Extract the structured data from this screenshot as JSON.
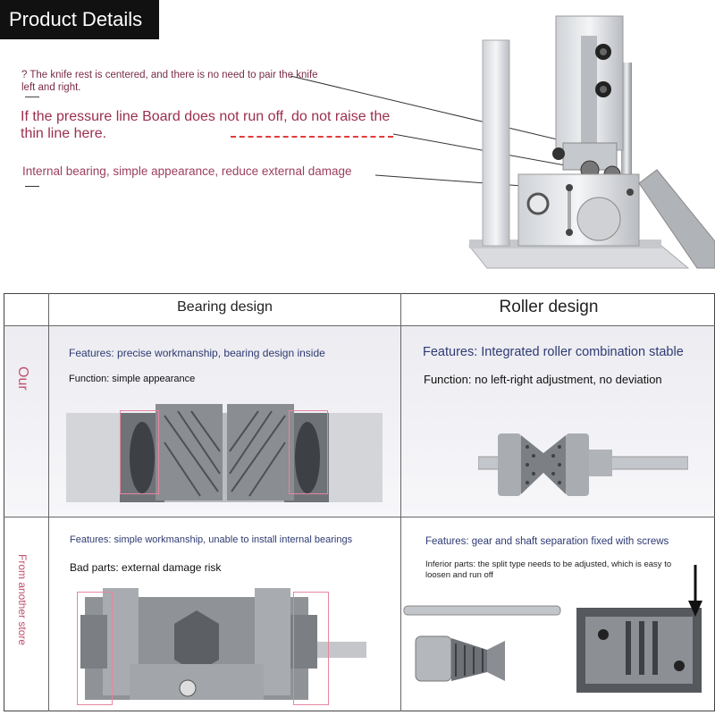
{
  "header": {
    "title": "Product Details"
  },
  "annotations": {
    "note1": "? The knife rest is centered, and there is no need to pair the knife left and right.",
    "note2": "If the pressure line Board does not run off, do not raise the thin line here.",
    "note3": "Internal bearing, simple appearance, reduce external damage"
  },
  "comparison": {
    "col1_header": "Bearing design",
    "col2_header": "Roller design",
    "row1_label": "Our",
    "row2_label": "From another store",
    "cells": {
      "r1c1_feature": "Features: precise workmanship, bearing design inside",
      "r1c1_function": "Function: simple appearance",
      "r1c2_feature": "Features: Integrated roller combination stable",
      "r1c2_function": "Function: no left-right adjustment, no deviation",
      "r2c1_feature": "Features: simple workmanship, unable to install internal bearings",
      "r2c1_bad": "Bad parts: external damage risk",
      "r2c2_feature": "Features: gear and shaft separation fixed with screws",
      "r2c2_inferior": "Inferior parts: the split type needs to be adjusted, which is easy to loosen and run off"
    }
  },
  "colors": {
    "title_bg": "#111111",
    "annotation_text": "#9b2f4e",
    "dash_line": "#e23b3b",
    "feature_text": "#2e3a73",
    "highlight_box": "#e6869e"
  }
}
